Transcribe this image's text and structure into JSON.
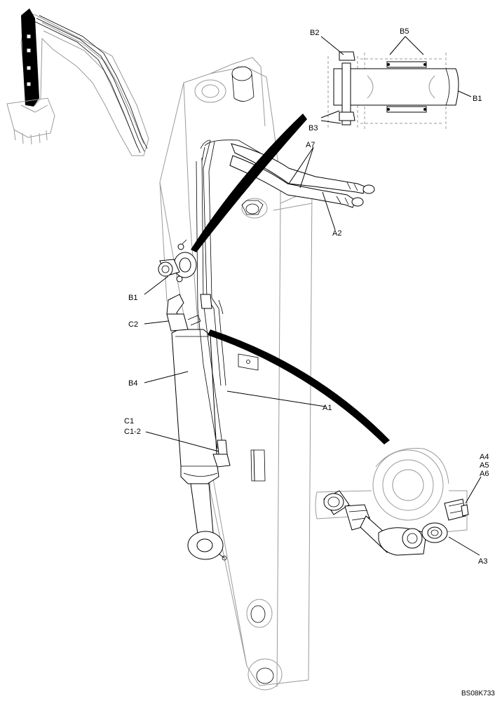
{
  "callouts": {
    "a1": "A1",
    "a2": "A2",
    "a3": "A3",
    "a4": "A4",
    "a5": "A5",
    "a6": "A6",
    "a7": "A7",
    "b1_detail": "B1",
    "b1_main": "B1",
    "b2": "B2",
    "b3": "B3",
    "b4": "B4",
    "b5": "B5",
    "c1": "C1",
    "c1_2": "C1-2",
    "c2": "C2"
  },
  "reference_code": "BS08K733",
  "colors": {
    "line": "#000000",
    "ghost_line": "#9a9a9a",
    "background": "#ffffff"
  }
}
